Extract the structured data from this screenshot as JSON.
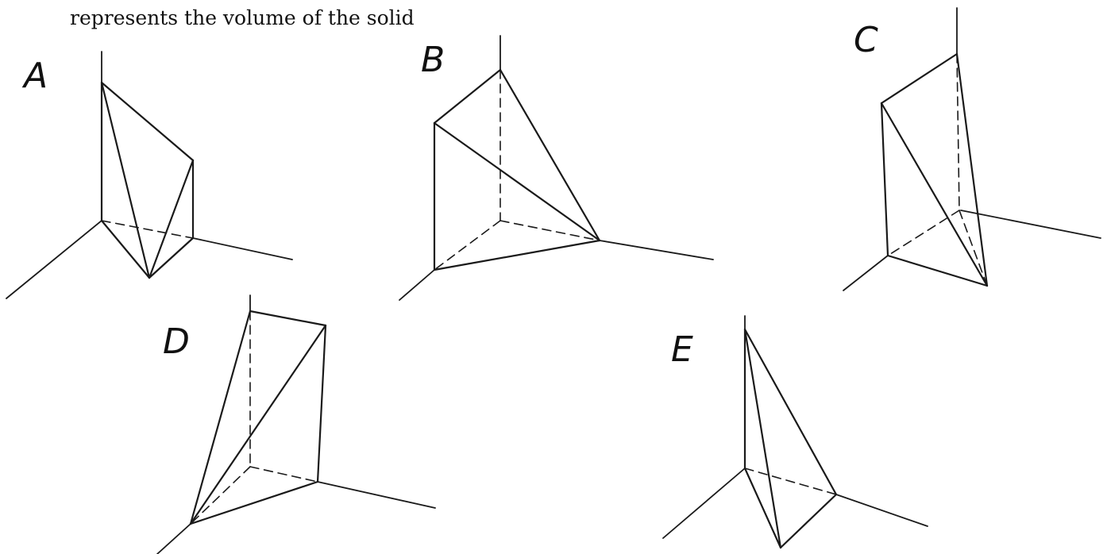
{
  "caption": "represents the volume of the solid",
  "figures": [
    {
      "label": "A"
    },
    {
      "label": "B"
    },
    {
      "label": "C"
    },
    {
      "label": "D"
    },
    {
      "label": "E"
    }
  ]
}
